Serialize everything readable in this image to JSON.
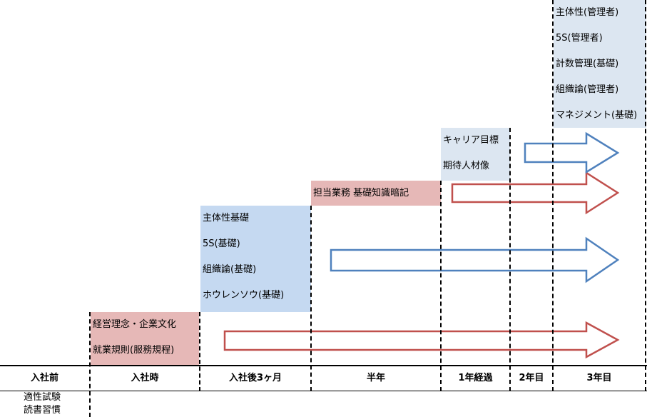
{
  "timeline": {
    "phases": [
      {
        "label": "入社前"
      },
      {
        "label": "入社時"
      },
      {
        "label": "入社後3ヶ月"
      },
      {
        "label": "半年"
      },
      {
        "label": "1年経過"
      },
      {
        "label": "2年目"
      },
      {
        "label": "3年目"
      }
    ]
  },
  "pre_entry": {
    "items": [
      "適性試験",
      "読書習慣"
    ]
  },
  "boxes": {
    "entry": [
      "経営理念・企業文化",
      "就業規則(服務規程)"
    ],
    "three_months": [
      "主体性基礎",
      "5S(基礎)",
      "組織論(基礎)",
      "ホウレンソウ(基礎)"
    ],
    "half_year": [
      "担当業務 基礎知識暗記"
    ],
    "one_year": [
      "キャリア目標",
      "期待人材像"
    ],
    "three_year": [
      "主体性(管理者)",
      "5S(管理者)",
      "計数管理(基礎)",
      "組織論(管理者)",
      "マネジメント(基礎)"
    ]
  },
  "colors": {
    "blue_arrow": "#4f81bd",
    "red_arrow": "#c0504d",
    "blue_box": "#c5d9f1",
    "light_blue_box": "#dce6f1",
    "pink_box": "#e6b8b7"
  }
}
